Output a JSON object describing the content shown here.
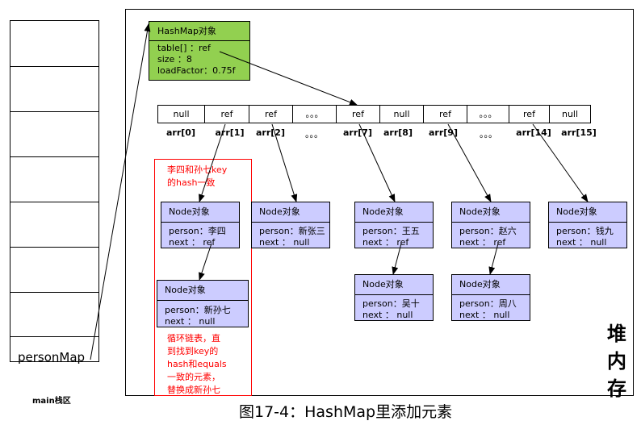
{
  "stack": {
    "variable": "personMap",
    "caption": "main栈区"
  },
  "heap": {
    "label": "堆内存"
  },
  "hashmap": {
    "title": "HashMap对象",
    "table": "table[] ：ref",
    "size": "size ：8",
    "load_factor": "loadFactor：0.75f"
  },
  "array": {
    "cells": [
      "null",
      "ref",
      "ref",
      "。。。",
      "ref",
      "null",
      "ref",
      "。。。",
      "ref",
      "null"
    ],
    "indices": [
      "arr[0]",
      "arr[1]",
      "arr[2]",
      "。。。",
      "arr[7]",
      "arr[8]",
      "arr[9]",
      "。。。",
      "arr[14]",
      "arr[15]"
    ]
  },
  "notes": {
    "top": [
      "李四和孙七key",
      "的hash一致"
    ],
    "bottom": [
      "循环链表，直",
      "到找到key的",
      "hash和equals",
      "一致的元素，",
      "替换成新孙七"
    ]
  },
  "nodes": [
    {
      "title": "Node对象",
      "person": "person：李四",
      "next": "next ： ref"
    },
    {
      "title": "Node对象",
      "person": "person：新孙七",
      "next": "next ： null"
    },
    {
      "title": "Node对象",
      "person": "person：新张三",
      "next": "next ： null"
    },
    {
      "title": "Node对象",
      "person": "person：王五",
      "next": "next ： ref"
    },
    {
      "title": "Node对象",
      "person": "person：吴十",
      "next": "next ： null"
    },
    {
      "title": "Node对象",
      "person": "person：赵六",
      "next": "next ： ref"
    },
    {
      "title": "Node对象",
      "person": "person：周八",
      "next": "next ： null"
    },
    {
      "title": "Node对象",
      "person": "person：钱九",
      "next": "next ： null"
    }
  ],
  "caption": "图17-4：HashMap里添加元素"
}
